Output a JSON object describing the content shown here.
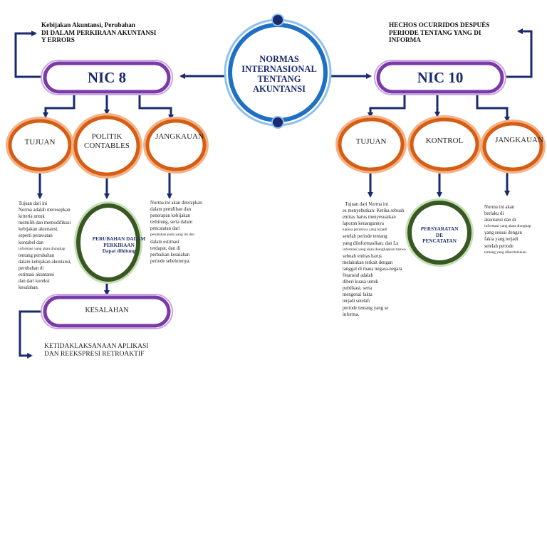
{
  "center": {
    "title": "NORMAS INTERNASIONAL TENTANG AKUNTANSI"
  },
  "nic8": {
    "title": "NIC 8",
    "heading": [
      "Kebijakan Akuntansi, Perubahan",
      "DI DALAM PERKIRAAN AKUNTANSI",
      "Y ERRORS"
    ],
    "tujuan": "TUJUAN",
    "politik": [
      "POLITIK",
      "CONTABLES"
    ],
    "jangkauan": "JANGKAUAN",
    "tujuan_note": [
      "Tujuan dari ini",
      "Norma adalah meresepkan",
      "kriteria untuk",
      "memilih dan memodifikasi",
      "kebijakan akuntansi,",
      "seperti perawatan",
      "kontabel dan",
      "informasi yang akan diungkap",
      "tentang perubahan",
      "dalam kebijakan akuntansi,",
      "perubahan di",
      "estimasi akuntansi",
      "dan dari koreksi",
      "kesalahan."
    ],
    "jangkauan_note": [
      "Norma ini akan diterapkan",
      "dalam pemilihan dan",
      "penerapan kebijakan",
      "terhitung, serta dalam",
      "pencatatan dari",
      "perubahan pada yang ini dan",
      "dalam estimasi",
      "terdapat, dan di",
      "perbaikan kesalahan",
      "periode sebelumnya."
    ],
    "perubahan": [
      "PERUBAHAN DALAM",
      "PERKIRAAN",
      "Dapat dihitung"
    ],
    "kesalahan": "KESALAHAN",
    "footer": [
      "KETIDAKLAKSANAAN APLIKASI",
      "DAN REEKSPRESI RETROAKTIF"
    ]
  },
  "nic10": {
    "title": "NIC 10",
    "heading": [
      "HECHOS OCURRIDOS DESPUÉS",
      "PERIODE TENTANG YANG DI",
      "INFORMA"
    ],
    "tujuan": "TUJUAN",
    "kontrol": "KONTROL",
    "jangkauan": "JANGKAUAN",
    "tujuan_note": [
      "  Tujuan dari Norma ini",
      "es menyebutkan: Ketika sebuah",
      "entitas harus menyesuaikan",
      "laporan keuangannya",
      "karena peristiwa yang terjadi",
      "setelah periode tentang",
      "yang diinformasikan; dan La",
      "informasi yang akan diungkapkan bahwa",
      "sebuah entitas harus",
      "melakukan terkait dengan",
      "tanggal di mana negara-negara",
      "finansial adalah",
      "diberi kuasa untuk",
      "publikasi, serta",
      "mengenai fakta",
      "terjadi setelah",
      "periode tentang yang se",
      "informa."
    ],
    "jangkauan_note": [
      "Norma ini akan",
      "berlaku di",
      "akuntansi dan di",
      "informasi yang akan diungkap",
      "yang sesuai dengan",
      "fakta yang terjadi",
      "setelah periode",
      "tentang yang diberitahukan."
    ],
    "persyaratan": [
      "PERSYARATAN",
      "DE",
      "PENCATATAN"
    ]
  },
  "colors": {
    "navy": "#1a2a6e",
    "purple": "#7a3aa8",
    "orange": "#d55d14",
    "peach": "#f4b183",
    "green": "#385723",
    "blue_ring": "#1f6fc4"
  }
}
